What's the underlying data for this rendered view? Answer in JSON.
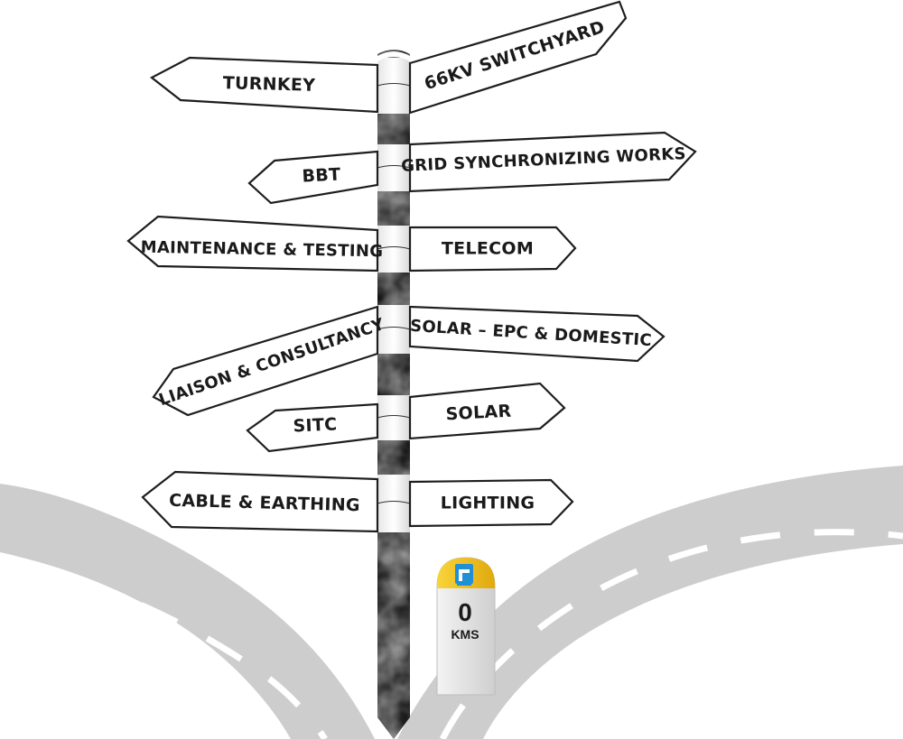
{
  "signs_left": [
    {
      "id": "turnkey",
      "label": "TURNKEY"
    },
    {
      "id": "bbt",
      "label": "BBT"
    },
    {
      "id": "maintenance-testing",
      "label": "MAINTENANCE & TESTING"
    },
    {
      "id": "liaison-consultancy",
      "label": "LIAISON & CONSULTANCY"
    },
    {
      "id": "sitc",
      "label": "SITC"
    },
    {
      "id": "cable-earthing",
      "label": "CABLE & EARTHING"
    }
  ],
  "signs_right": [
    {
      "id": "66kv-switchyard",
      "label": "66KV SWITCHYARD"
    },
    {
      "id": "grid-synchronizing-works",
      "label": "GRID SYNCHRONIZING WORKS"
    },
    {
      "id": "telecom",
      "label": "TELECOM"
    },
    {
      "id": "solar-epc-domestic",
      "label": "SOLAR – EPC & DOMESTIC"
    },
    {
      "id": "solar",
      "label": "SOLAR"
    },
    {
      "id": "lighting",
      "label": "LIGHTING"
    }
  ],
  "milestone": {
    "number": "0",
    "unit": "KMS",
    "colors": {
      "cap": "#f2c21b",
      "body": "#e3e3e3",
      "logo": "#1f8fd6"
    }
  },
  "colors": {
    "road": "#cdcdcd",
    "road_marking": "#ffffff",
    "pole_dark": "#222222",
    "pole_band": "#ffffff",
    "board": "#ffffff",
    "board_stroke": "#1e1e1e"
  }
}
